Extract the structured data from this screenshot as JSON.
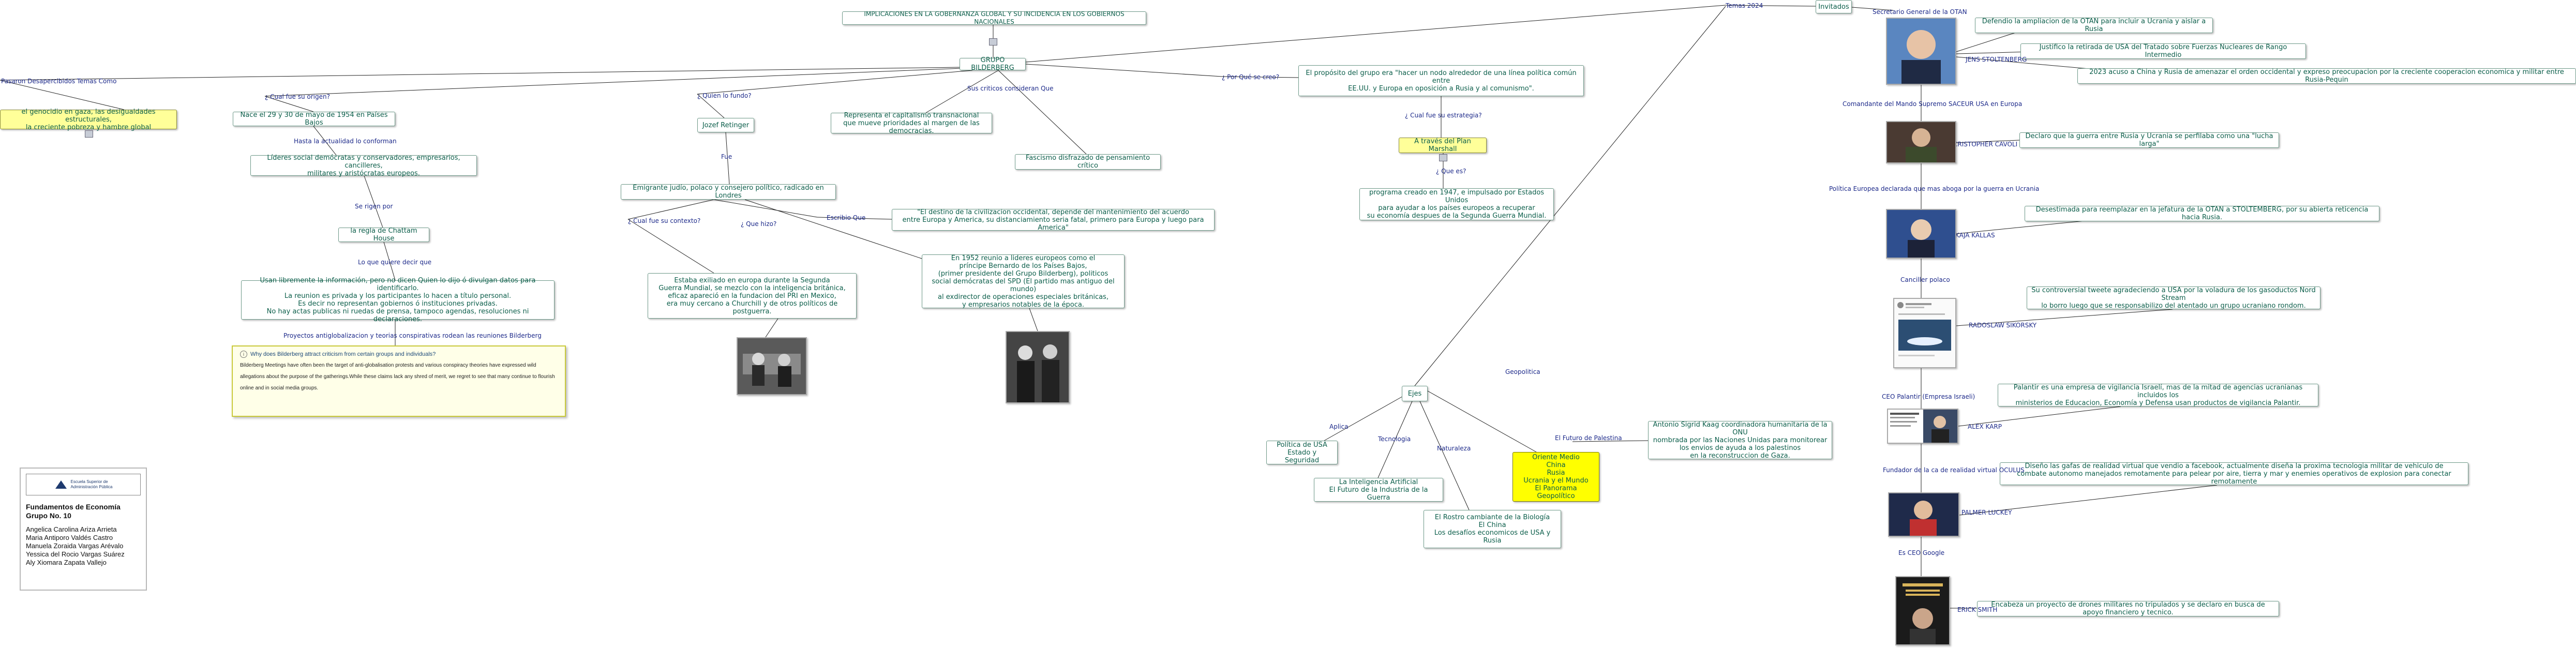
{
  "nodes": {
    "title": "IMPLICACIONES EN LA GOBERNANZA GLOBAL Y SU INCIDENCIA EN LOS GOBIERNOS NACIONALES",
    "bilderberg": "GRUPO BILDERBERG",
    "genocidio": "el genocidio en gaza, las desigualdades estructurales,\nla creciente pobreza y hambre global",
    "nace": "Nace el 29 y 30 de mayo de 1954 en Países Bajos",
    "lideres": "Líderes social demócratas y conservadores, empresarios, cancilleres,\nmilitares y aristócratas europeos.",
    "chattam": "la regla de Chattam House",
    "usan": "Usan libremente la información, pero  no dicen Quien lo dijo ó divulgan datos para identificarlo.\nLa reunion es privada y los participantes lo hacen a título personal.\nEs decir no  representan gobiernos ó instituciones privadas.\nNo hay actas publicas ni ruedas de prensa, tampoco agendas, resoluciones ni declaraciones.",
    "josef": "Jozef Retinger",
    "emigrante": "Emigrante judío, polaco y consejero político, radicado en Londres",
    "estaba": "Estaba exiliado en europa durante la Segunda\nGuerra Mundial, se mezclo con la inteligencia británica,\neficaz apareció en la fundacion del PRI en Mexico,\nera muy cercano a Churchill y de otros políticos de postguerra.",
    "destino": "\"El destino de la civilizacion occidental, depende del mantenimiento del acuerdo\nentre Europa y America, su distanciamiento seria fatal, primero para Europa y luego para America\"",
    "en1952": "En 1952 reunio a lideres europeos como el\npríncipe Bernardo de los Países Bajos,\n(primer presidente del Grupo Bilderberg), politicos\nsocial demócratas del SPD (El partido mas antiguo del mundo)\nal exdirector de operaciones especiales británicas,\ny empresarios notables de la época.",
    "representa": "Representa el capitalismo transnacional\nque mueve prioridades al margen de las democracias.",
    "fascismo": "Fascismo disfrazado de pensamiento crítico",
    "proposito": "El propósito del grupo era \"hacer un nodo alrededor de una línea política común entre\nEE.UU. y Europa en oposición a Rusia y al comunismo\".",
    "plan": "A través del Plan Marshall",
    "programa": "programa creado en 1947, e impulsado por Estados Unidos\npara ayudar a los países europeos a recuperar\nsu economía despues de la Segunda Guerra Mundial.",
    "ejes": "Ejes",
    "politica": "Política de USA\nEstado y Seguridad",
    "inteligencia": "La Inteligencia Artificial\nEl Futuro de la Industria de la Guerra",
    "rostro": "El Rostro cambiante de la Biología\nEl China\nLos desafíos economicos de USA y Rusia",
    "oriente": "Oriente Medio\nChina\nRusia\nUcrania y el Mundo\nEl Panorama Geopolítico",
    "antonio": "Antonio Sigrid Kaag coordinadora humanitaria de la ONU\nnombrada por las Naciones Unidas para monitorear\nlos envios de ayuda a los palestinos\nen la  reconstruccion de Gaza.",
    "invitados": "Invitados",
    "defendio": "Defendio la ampliacion de la OTAN para incluir a Ucrania y aislar a Rusia",
    "justifico": "Justifico la retirada de USA del Tratado sobre Fuerzas Nucleares de Rango Intermedio",
    "acuso": "2023 acuso a China y Rusia de amenazar el orden occidental y expreso preocupacion por la creciente cooperacion economica y militar entre Rusia-Pequin",
    "declaro": "Declaro que la guerra entre Rusia y Ucrania se perfilaba como una \"lucha larga\"",
    "desestimada": "Desestimada para reemplazar en la jefatura de la OTAN a STOLTEMBERG, por su abierta reticencia hacia Rusia.",
    "controversial": "Su controversial tweete agradeciendo a USA por la voladura de los gasoductos Nord Stream\nlo borro luego que se responsabilizo del atentado un grupo ucraniano rondom.",
    "palantir": "Palantir es una empresa de vigilancia Israelí, mas de la mitad de agencias ucranianas incluidos los\nministerios de Educacion, Economía y Defensa usan productos de vigilancia Palantir.",
    "disenio": "Diseño las gafas de realidad virtual que vendio a facebook, actualmente diseña la proxima tecnologia militar de vehiculo de\ncombate autonomo manejados remotamente para pelear por aire, tierra y mar y enemies operativos de explosion para conectar remotamente",
    "encabeza": "Encabeza un proyecto de drones militares no tripulados y se declaro en busca de apoyo financiero y tecnico."
  },
  "labels": {
    "pasaron": "Pasaron Desapercibidos Temas Como",
    "cual_origen": "¿ Cual fue su origen?",
    "quien_fundo": "¿ Quien lo fundo?",
    "sus_criticos": "Sus criticos consideran Que",
    "hasta": "Hasta la actualidad lo conforman",
    "se_rigen": "Se rigen por",
    "lo_que": "Lo que quiere decir que",
    "proyectos": "Proyectos antiglobalizacion y teorias conspirativas rodean las reuniones Bilderberg",
    "fue": "Fue",
    "cual_contexto": "¿ Cual fue su contexto?",
    "que_hizo": "¿ Que hizo?",
    "escribio": "Escribio Que",
    "por_que": "¿ Por Qué se creo?",
    "cual_estrategia": "¿ Cual fue su estrategia?",
    "que_es": "¿ Que es?",
    "temas2024": "Temas 2024",
    "aplica": "Aplica",
    "tecnologia": "Tecnologia",
    "naturaleza": "Naturaleza",
    "geopolitica": "Geopolitica",
    "futuro_palestina": "El Futuro de Palestina",
    "secretario": "Secretario General de la OTAN",
    "jens": "JENS STOLTENBERG",
    "comandante": "Comandante del Mando Supremo SACEUR  USA en Europa",
    "cristopher": "CRISTOPHER CAVOLI",
    "politica_eu": "Política Europea declarada que mas aboga por la guerra en Ucrania",
    "kaja": "KAJA KALLAS",
    "canciller": "Canciller polaco",
    "radoslaw": "RADOSLAW SIKORSKY",
    "ceo_palantir": "CEO Palantir (Empresa Israeli)",
    "alex": "ALEX KARP",
    "fundador": "Fundador de la ca de realidad virtual OCULUS",
    "palmer": "PALMER LUCKEY",
    "es_ceo": "Es CEO Google",
    "erick": "ERICK SMITH"
  },
  "note": {
    "heading": "Why does Bilderberg attract criticism from certain groups and individuals?",
    "body": "Bilderberg Meetings have often been the target of anti-globalisation protests and various conspiracy theories have expressed wild allegations about the purpose of the gatherings.While these claims lack any shred of merit, we regret to see that many continue to flourish online and in social media groups."
  },
  "card": {
    "org_line1": "Escuela Superior de",
    "org_line2": "Administración Pública",
    "course": "Fundamentos de Economía",
    "group": "Grupo No. 10",
    "members": [
      "Angelica Carolina Ariza Arrieta",
      "Maria Antiporo Valdés Castro",
      "Manuela Zoraida Vargas Arévalo",
      "Yessica del Rocio Vargas Suárez",
      "Aly Xiomara Zapata Vallejo"
    ]
  },
  "colors": {
    "edge": "#222222",
    "label": "#1d2a8a",
    "node_text": "#0b5e4a",
    "yellow": "#ffff99",
    "bright_yellow": "#ffff00"
  }
}
